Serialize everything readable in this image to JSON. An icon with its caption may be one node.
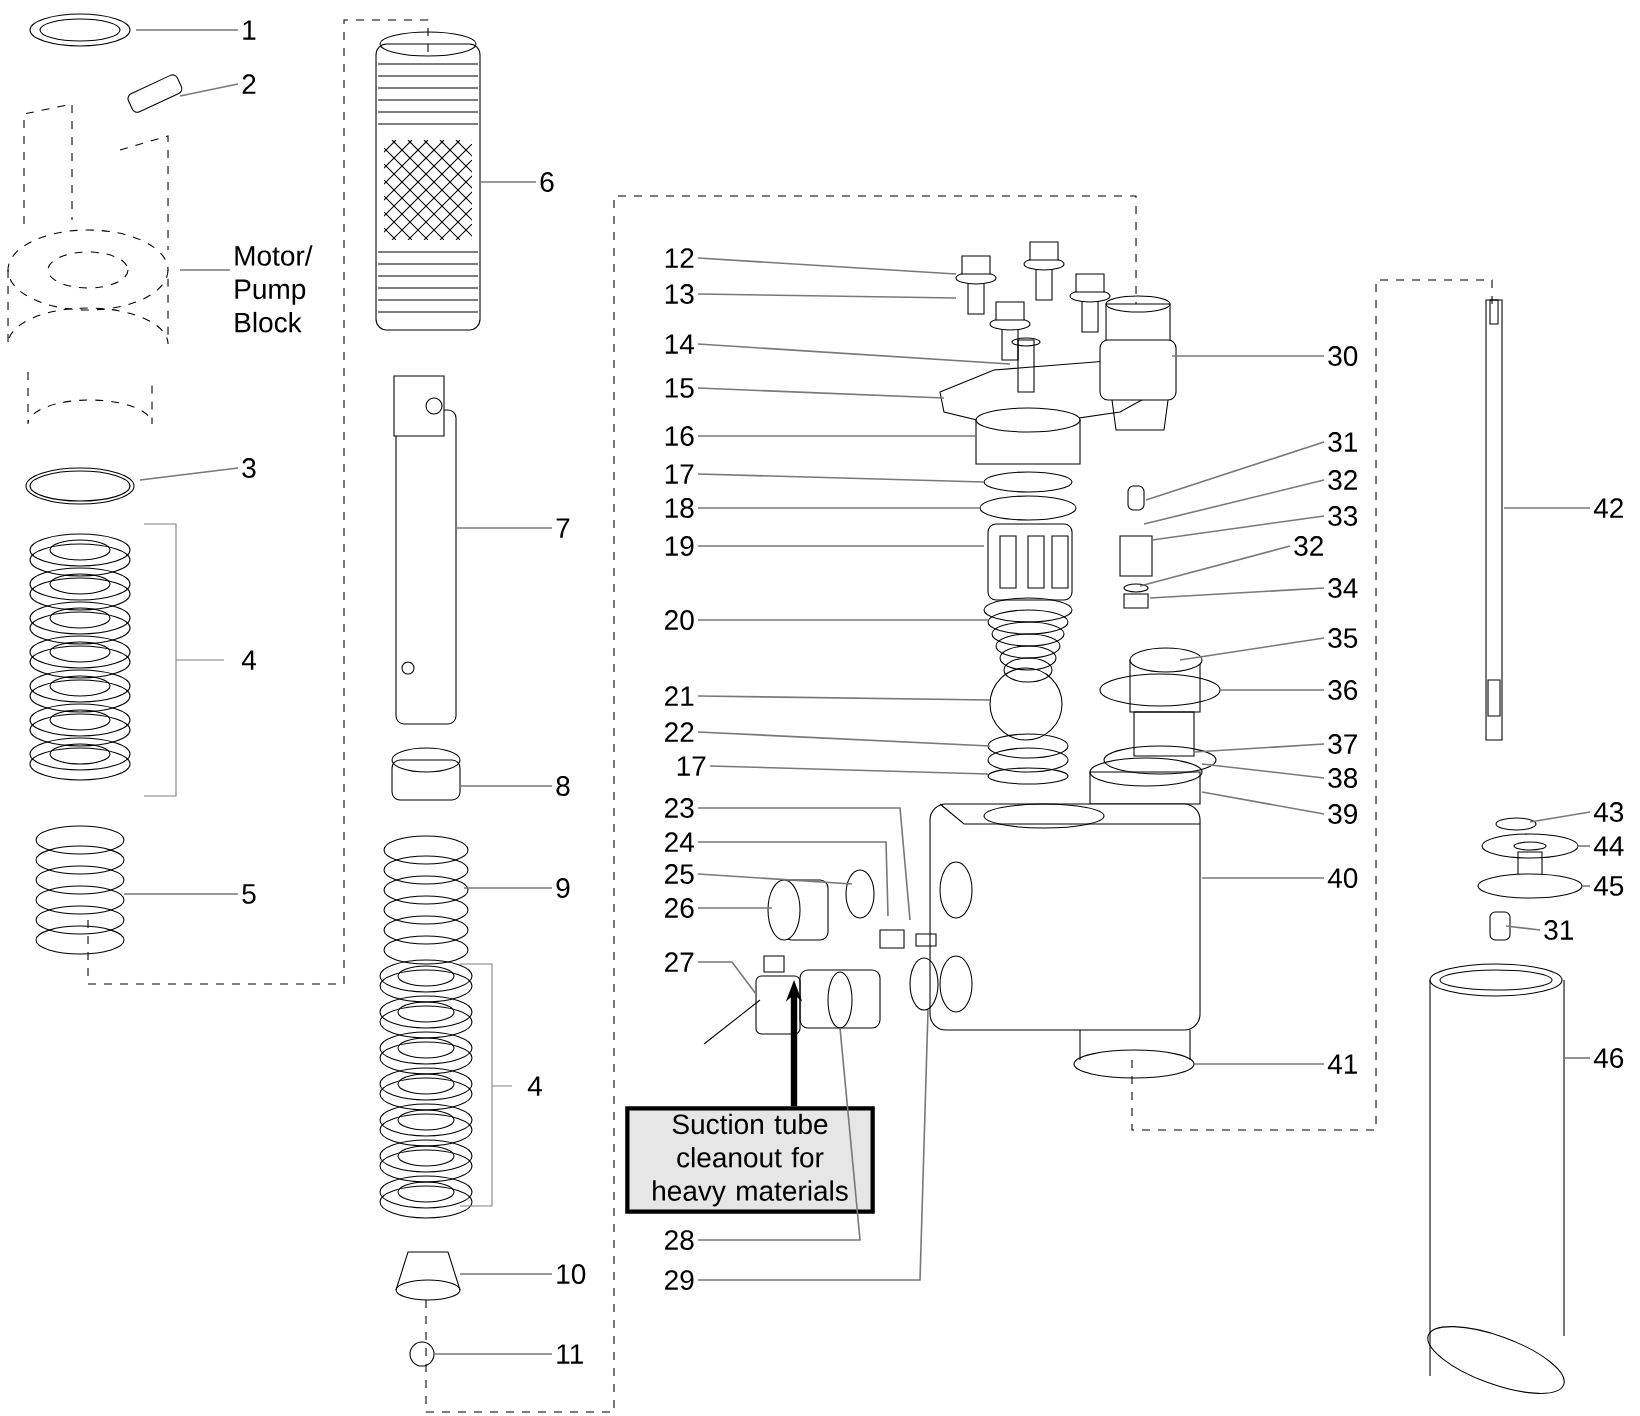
{
  "diagram": {
    "nodes": [
      {
        "text": [
          "1"
        ]
      },
      {
        "text": [
          "2"
        ]
      },
      {
        "text": [
          "Motor/ Pump Block"
        ]
      },
      {
        "text": [
          "3"
        ]
      },
      {
        "text": [
          "5"
        ]
      },
      {
        "text": [
          "6"
        ]
      },
      {
        "text": [
          "7"
        ]
      },
      {
        "text": [
          "8"
        ]
      },
      {
        "text": [
          "9"
        ]
      },
      {
        "text": [
          "10"
        ]
      },
      {
        "text": [
          "11"
        ]
      },
      {
        "text": [
          "12"
        ]
      },
      {
        "text": [
          "13"
        ]
      },
      {
        "text": [
          "14"
        ]
      },
      {
        "text": [
          "15"
        ]
      },
      {
        "text": [
          "16"
        ]
      },
      {
        "text": [
          "17"
        ]
      },
      {
        "text": [
          "18"
        ]
      },
      {
        "text": [
          "19"
        ]
      },
      {
        "text": [
          "20"
        ]
      },
      {
        "text": [
          "21"
        ]
      },
      {
        "text": [
          "22"
        ]
      },
      {
        "text": [
          "17"
        ]
      },
      {
        "text": [
          "23"
        ]
      },
      {
        "text": [
          "24"
        ]
      },
      {
        "text": [
          "25"
        ]
      },
      {
        "text": [
          "26"
        ]
      },
      {
        "text": [
          "27"
        ]
      },
      {
        "text": [
          "28"
        ]
      },
      {
        "text": [
          "29"
        ]
      },
      {
        "text": [
          "30"
        ]
      },
      {
        "text": [
          "31"
        ]
      },
      {
        "text": [
          "32"
        ]
      },
      {
        "text": [
          "33"
        ]
      },
      {
        "text": [
          "32"
        ]
      },
      {
        "text": [
          "34"
        ]
      },
      {
        "text": [
          "35"
        ]
      },
      {
        "text": [
          "36"
        ]
      },
      {
        "text": [
          "37"
        ]
      },
      {
        "text": [
          "38"
        ]
      },
      {
        "text": [
          "39"
        ]
      },
      {
        "text": [
          "40"
        ]
      },
      {
        "text": [
          "41"
        ]
      },
      {
        "text": [
          "42"
        ]
      },
      {
        "text": [
          "43"
        ]
      },
      {
        "text": [
          "44"
        ]
      },
      {
        "text": [
          "45"
        ]
      },
      {
        "text": [
          "31"
        ]
      },
      {
        "text": [
          "46"
        ]
      },
      {
        "text": [
          "Suction tube cleanout for heavy materials"
        ]
      }
    ],
    "edges": [
      {
        "from": 0,
        "to": null,
        "arrow": "none"
      },
      {
        "from": 1,
        "to": null,
        "arrow": "none"
      },
      {
        "from": 2,
        "to": null,
        "arrow": "none"
      },
      {
        "from": 3,
        "to": null,
        "arrow": "none"
      },
      {
        "from": 4,
        "to": null,
        "arrow": "none"
      },
      {
        "from": 5,
        "to": null,
        "arrow": "none"
      },
      {
        "from": 6,
        "to": null,
        "arrow": "none"
      },
      {
        "from": 7,
        "to": null,
        "arrow": "none"
      },
      {
        "from": 8,
        "to": null,
        "arrow": "none"
      },
      {
        "from": 9,
        "to": null,
        "arrow": "none"
      },
      {
        "from": 10,
        "to": null,
        "arrow": "none"
      },
      {
        "from": 11,
        "to": null,
        "arrow": "none"
      },
      {
        "from": 12,
        "to": null,
        "arrow": "none"
      },
      {
        "from": 13,
        "to": null,
        "arrow": "none"
      },
      {
        "from": 14,
        "to": null,
        "arrow": "none"
      },
      {
        "from": 15,
        "to": null,
        "arrow": "none"
      },
      {
        "from": 16,
        "to": null,
        "arrow": "none"
      },
      {
        "from": 17,
        "to": null,
        "arrow": "none"
      },
      {
        "from": 18,
        "to": null,
        "arrow": "none"
      },
      {
        "from": 19,
        "to": null,
        "arrow": "none"
      },
      {
        "from": 20,
        "to": null,
        "arrow": "none"
      },
      {
        "from": 21,
        "to": null,
        "arrow": "none"
      },
      {
        "from": 22,
        "to": null,
        "arrow": "none"
      },
      {
        "from": 23,
        "to": null,
        "arrow": "none"
      },
      {
        "from": 24,
        "to": null,
        "arrow": "none"
      },
      {
        "from": 25,
        "to": null,
        "arrow": "none"
      },
      {
        "from": 26,
        "to": null,
        "arrow": "none"
      },
      {
        "from": 27,
        "to": null,
        "arrow": "none"
      },
      {
        "from": 28,
        "to": null,
        "arrow": "none"
      },
      {
        "from": 29,
        "to": null,
        "arrow": "none"
      },
      {
        "from": 30,
        "to": null,
        "arrow": "none"
      },
      {
        "from": 31,
        "to": null,
        "arrow": "none"
      },
      {
        "from": 32,
        "to": null,
        "arrow": "none"
      },
      {
        "from": 33,
        "to": null,
        "arrow": "none"
      },
      {
        "from": 34,
        "to": null,
        "arrow": "none"
      },
      {
        "from": 35,
        "to": null,
        "arrow": "none"
      },
      {
        "from": 36,
        "to": null,
        "arrow": "none"
      },
      {
        "from": 37,
        "to": null,
        "arrow": "none"
      },
      {
        "from": 38,
        "to": null,
        "arrow": "none"
      },
      {
        "from": 39,
        "to": null,
        "arrow": "none"
      },
      {
        "from": 40,
        "to": null,
        "arrow": "none"
      },
      {
        "from": 41,
        "to": null,
        "arrow": "none"
      },
      {
        "from": 42,
        "to": null,
        "arrow": "none"
      },
      {
        "from": 43,
        "to": null,
        "arrow": "none"
      },
      {
        "from": 44,
        "to": null,
        "arrow": "none"
      },
      {
        "from": 45,
        "to": null,
        "arrow": "none"
      },
      {
        "from": 46,
        "to": null,
        "arrow": "none"
      },
      {
        "from": 47,
        "to": null,
        "arrow": "none"
      },
      {
        "from": 48,
        "to": null,
        "arrow": "none"
      },
      {
        "from": 49,
        "to": null,
        "arrow": "to",
        "style": "thick",
        "color": "#000000"
      }
    ],
    "labels": [
      "4",
      "4"
    ]
  }
}
